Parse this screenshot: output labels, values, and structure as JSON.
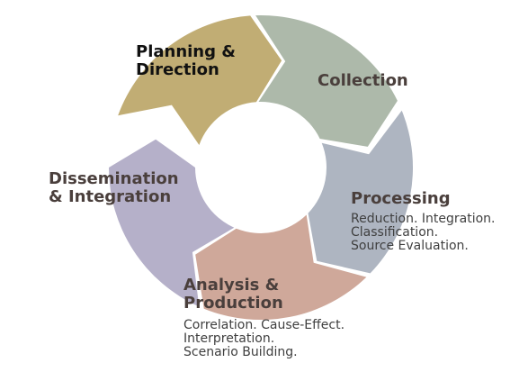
{
  "diagram": {
    "stages": [
      {
        "id": "planning",
        "title_lines": [
          "Planning &",
          "Direction"
        ],
        "color": "#c1ad74",
        "details": []
      },
      {
        "id": "collection",
        "title_lines": [
          "Collection"
        ],
        "color": "#adb9aa",
        "details": []
      },
      {
        "id": "processing",
        "title_lines": [
          "Processing"
        ],
        "color": "#aeb5c1",
        "details": [
          "Reduction. Integration.",
          "Classification.",
          "Source Evaluation."
        ]
      },
      {
        "id": "analysis",
        "title_lines": [
          "Analysis &",
          "Production"
        ],
        "color": "#cfa89a",
        "details": [
          "Correlation. Cause-Effect.",
          "Interpretation.",
          "Scenario Building."
        ]
      },
      {
        "id": "dissemination",
        "title_lines": [
          "Dissemination",
          "& Integration"
        ],
        "color": "#b5b0c9",
        "details": []
      }
    ]
  }
}
